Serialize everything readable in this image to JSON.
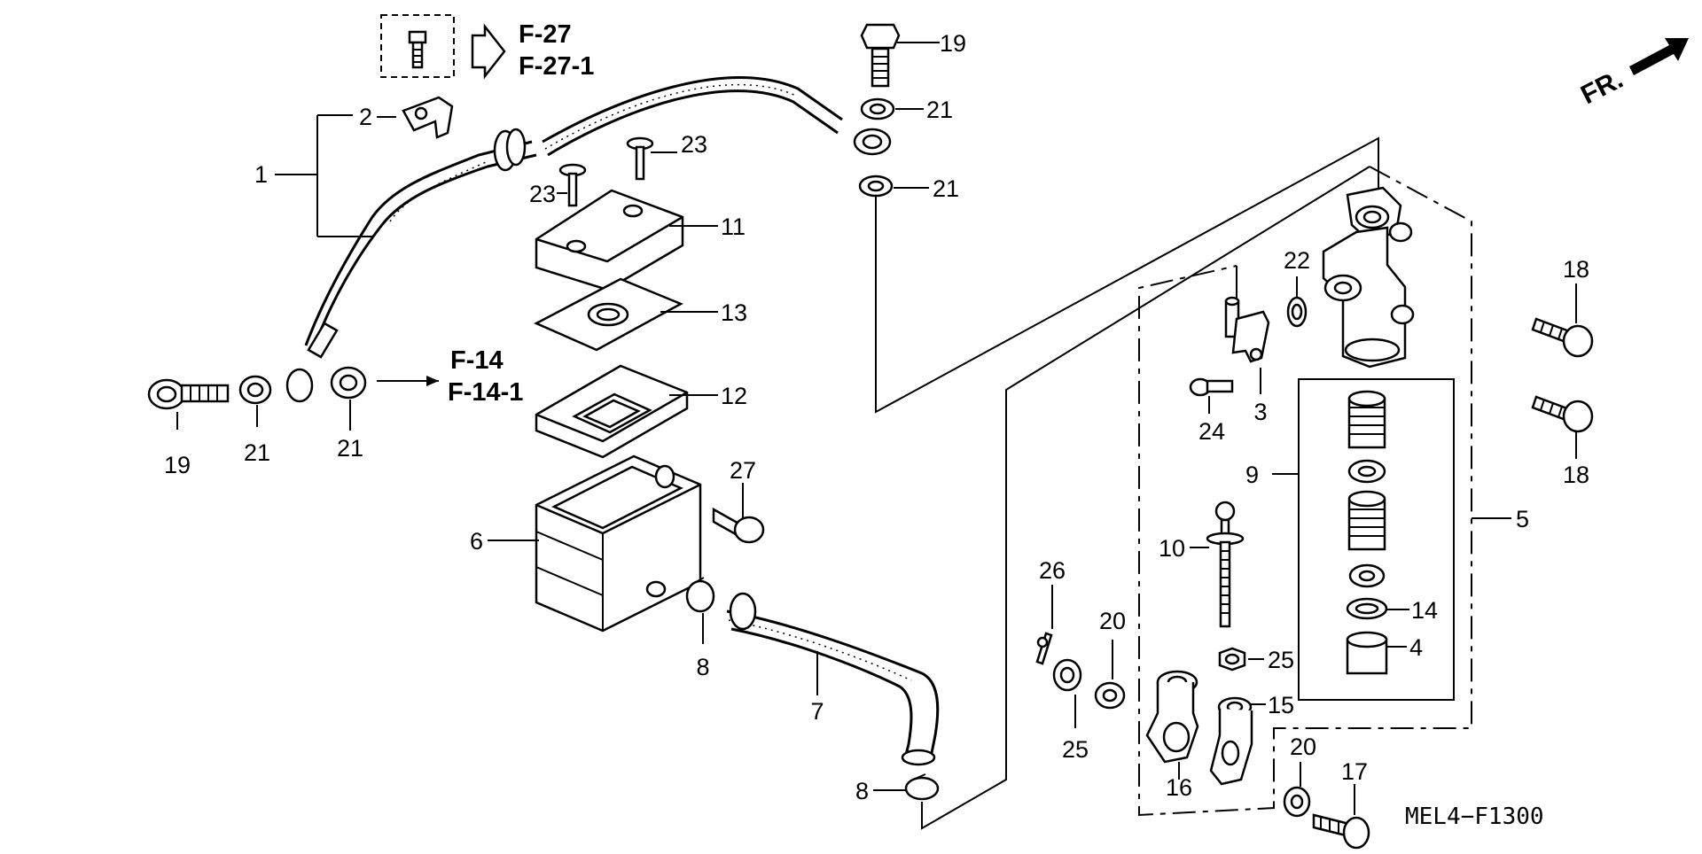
{
  "labels": {
    "p1": "1",
    "p2": "2",
    "p3": "3",
    "p4": "4",
    "p5": "5",
    "p6": "6",
    "p7": "7",
    "p8a": "8",
    "p8b": "8",
    "p9": "9",
    "p10": "10",
    "p11": "11",
    "p12": "12",
    "p13": "13",
    "p14": "14",
    "p15": "15",
    "p16": "16",
    "p17": "17",
    "p18a": "18",
    "p18b": "18",
    "p19a": "19",
    "p19b": "19",
    "p20a": "20",
    "p20b": "20",
    "p21a": "21",
    "p21b": "21",
    "p21c": "21",
    "p21d": "21",
    "p22": "22",
    "p23a": "23",
    "p23b": "23",
    "p24": "24",
    "p25a": "25",
    "p25b": "25",
    "p26": "26",
    "p27": "27"
  },
  "refs": {
    "f27": "F-27",
    "f27_1": "F-27-1",
    "f14": "F-14",
    "f14_1": "F-14-1"
  },
  "direction_label": "FR.",
  "diagram_code": "MEL4−F1300"
}
